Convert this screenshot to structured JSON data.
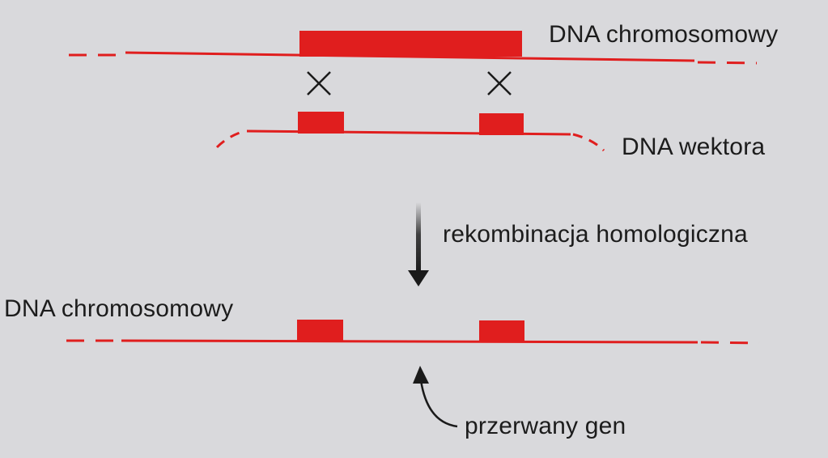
{
  "diagram": {
    "labels": {
      "top_chromosome": "DNA chromosomowy",
      "vector": "DNA wektora",
      "process": "rekombinacja homologiczna",
      "bottom_chromosome": "DNA chromosomowy",
      "disrupted_gene": "przerwany gen"
    },
    "crossover_symbol": "×",
    "colors": {
      "dna": "#e01e1e",
      "text": "#1c1c1c",
      "arrow": "#1a1a1a",
      "background": "#d9d9dc"
    }
  }
}
